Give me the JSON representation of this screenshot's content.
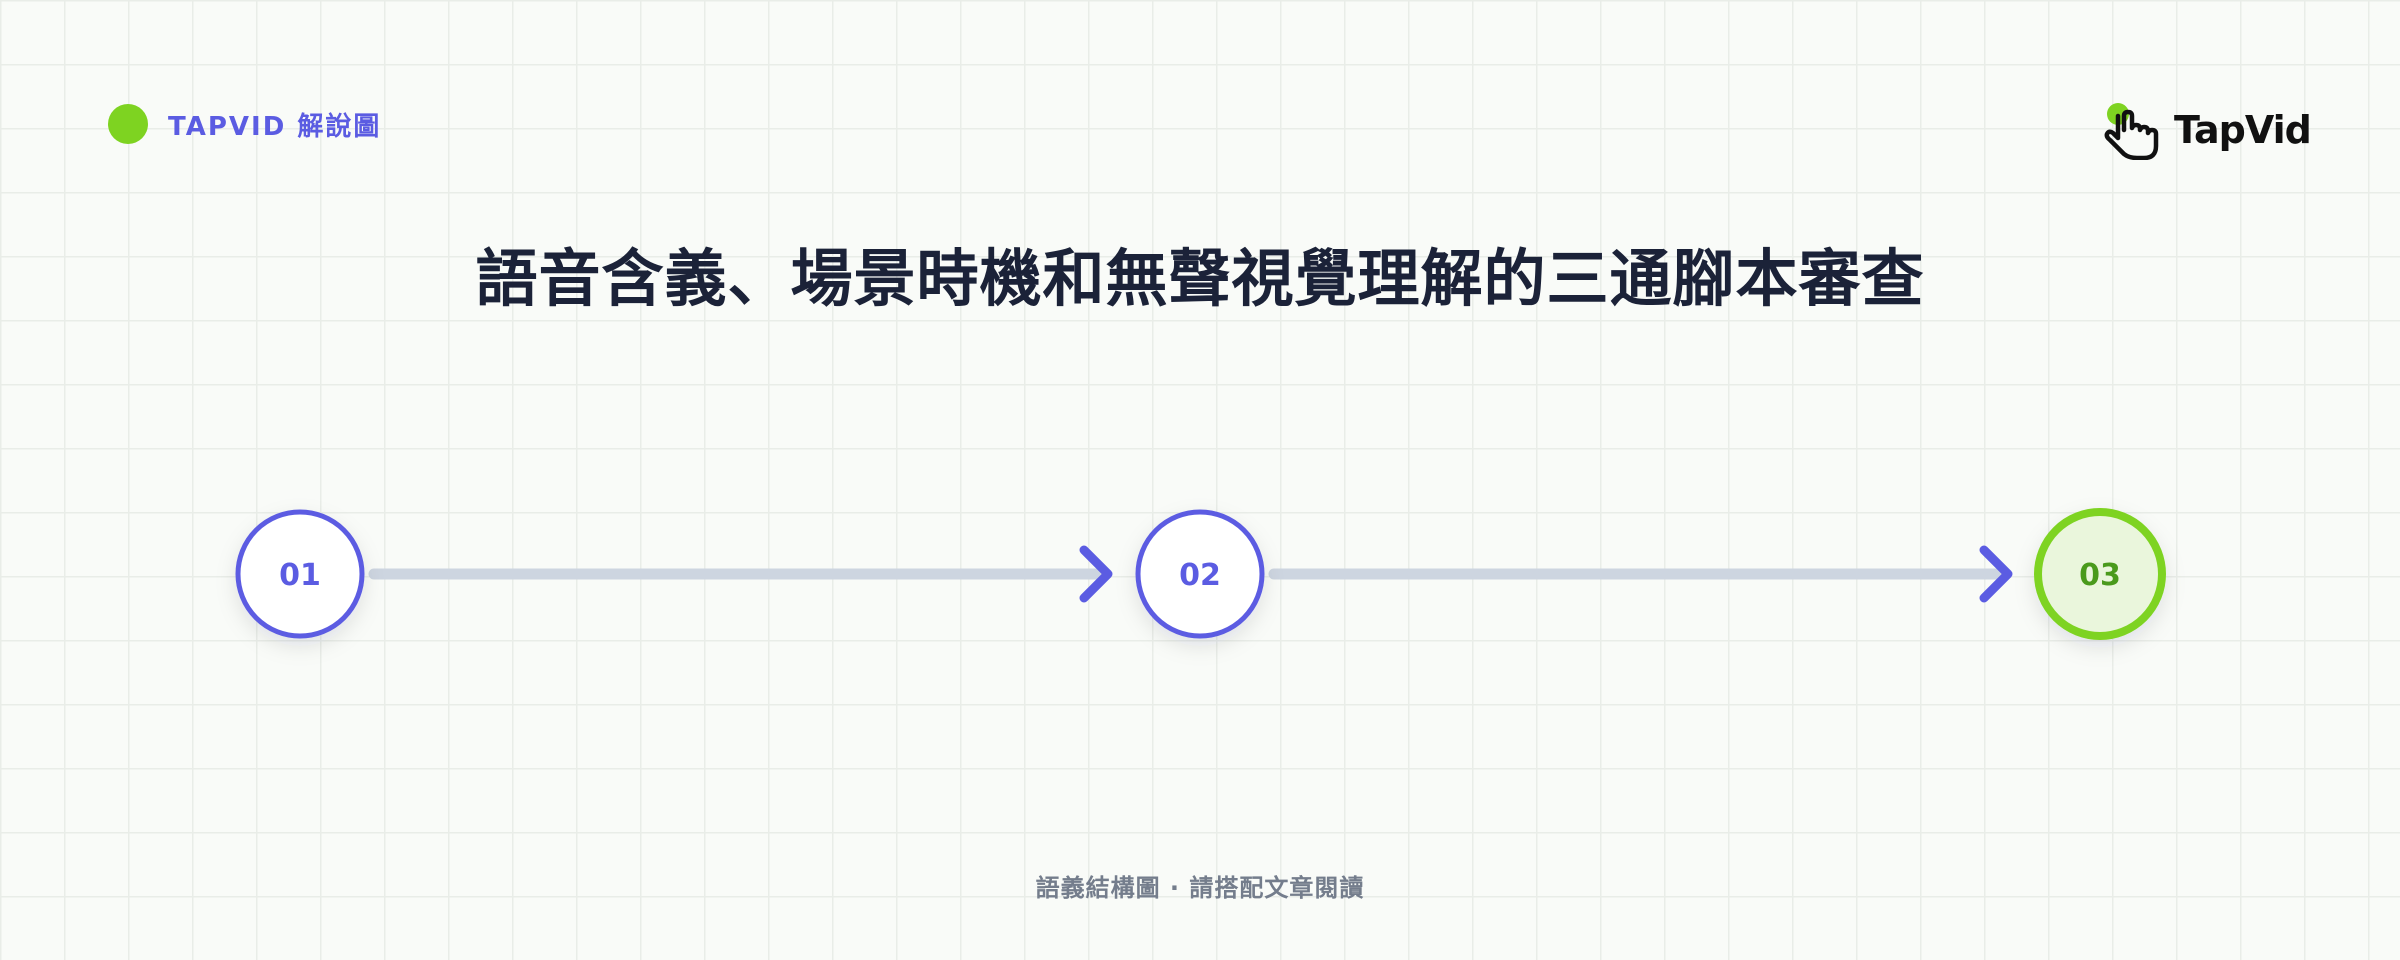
{
  "header": {
    "tag_label": "TAPVID 解說圖",
    "logo_text": "TapVid",
    "logo_icon": "tap-hand-icon"
  },
  "title": "語音含義、場景時機和無聲視覺理解的三通腳本審查",
  "flow": {
    "nodes": [
      {
        "label": "01",
        "highlighted": false
      },
      {
        "label": "02",
        "highlighted": false
      },
      {
        "label": "03",
        "highlighted": true
      }
    ],
    "connectors": 2
  },
  "footer": "語義結構圖 · 請搭配文章閱讀",
  "colors": {
    "accent": "#5b5ce2",
    "highlight": "#7ed321",
    "highlight_fill": "#eaf6dc",
    "highlight_text": "#4a9a1c",
    "connector": "#cdd5e0",
    "title": "#1b2238",
    "footer": "#747d8c",
    "background": "#f9fbf8",
    "grid": "#e9ede8"
  }
}
